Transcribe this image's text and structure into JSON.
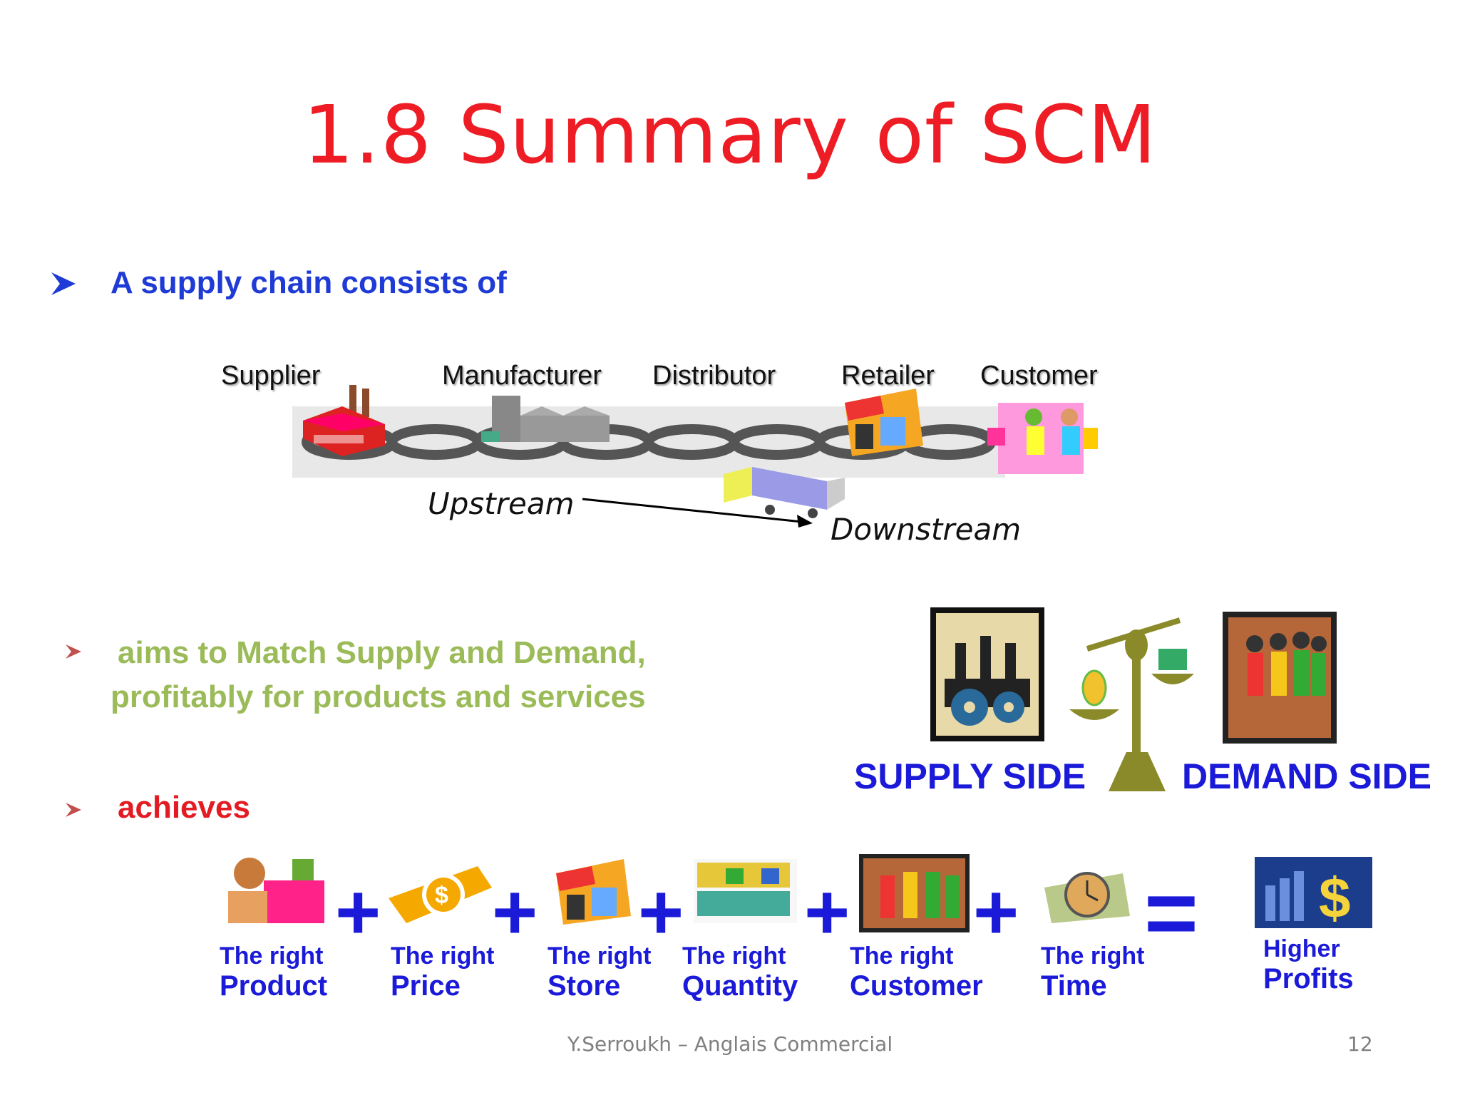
{
  "slide": {
    "title": "1.8 Summary of SCM",
    "bullet1": "A supply chain consists of",
    "bullet2_line1": "aims to Match Supply and Demand,",
    "bullet2_line2": "profitably for products and services",
    "bullet3": "achieves",
    "footer": "Y.Serroukh – Anglais Commercial",
    "page_number": "12"
  },
  "chain": {
    "stages": [
      "Supplier",
      "Manufacturer",
      "Distributor",
      "Retailer",
      "Customer"
    ],
    "upstream": "Upstream",
    "downstream": "Downstream"
  },
  "balance": {
    "supply_side": "SUPPLY SIDE",
    "demand_side": "DEMAND SIDE"
  },
  "rights": [
    {
      "top": "The right",
      "bottom": "Product"
    },
    {
      "top": "The right",
      "bottom": "Price"
    },
    {
      "top": "The right",
      "bottom": "Store"
    },
    {
      "top": "The right",
      "bottom": "Quantity"
    },
    {
      "top": "The right",
      "bottom": "Customer"
    },
    {
      "top": "The right",
      "bottom": "Time"
    }
  ],
  "result": {
    "top": "Higher",
    "bottom": "Profits"
  },
  "colors": {
    "title": "#ee1c25",
    "blue": "#1a1ad8",
    "green": "#9bbb59",
    "red": "#e31b23"
  }
}
